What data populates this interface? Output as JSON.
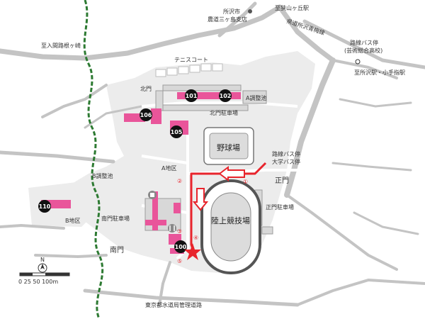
{
  "labels": {
    "tokorozawa_line1": "所沢市",
    "tokorozawa_line2": "農道三ヶ島支店",
    "to_sayamagaoka": "至狭山ヶ丘駅",
    "prefectural_road": "県道所沢青梅線",
    "to_irumagawa_hanno": "至入間路根ヶ崎",
    "tennis_court": "テニスコート",
    "route_bus_line1": "路線バス停",
    "route_bus_line2": "(芸術総合高校)",
    "to_tokorozawa_kotesashi": "至所沢駅・小手指駅",
    "north_gate": "北門",
    "a_pond": "A調整池",
    "north_parking": "北門駐車場",
    "baseball": "野球場",
    "bus_stop_line1": "路線バス停",
    "bus_stop_line2": "大学バス停",
    "area_a": "A地区",
    "b_pond": "B調整池",
    "main_gate": "正門",
    "track": "陸上競技場",
    "main_gate_parking": "正門駐車場",
    "area_b": "B地区",
    "south_gate_parking": "南門駐車場",
    "south_gate": "南門",
    "waterworks_road": "東京都水道局管理道路",
    "scale_text": "0  25 50      100m",
    "north_mark": "N"
  },
  "buildings": {
    "b101": "101",
    "b102": "102",
    "b105": "105",
    "b106": "106",
    "b110": "110",
    "b100": "100"
  },
  "steps": {
    "s1": "①",
    "s2": "②",
    "s3": "③",
    "s4": "④",
    "s5": "⑤"
  },
  "colors": {
    "road": "#bfbfbf",
    "campus": "#e9e9e9",
    "building_pink": "#e9559a",
    "building_gray": "#d6d6d6",
    "route": "#e8242c",
    "river": "#2d7a32",
    "badge": "#111111"
  }
}
